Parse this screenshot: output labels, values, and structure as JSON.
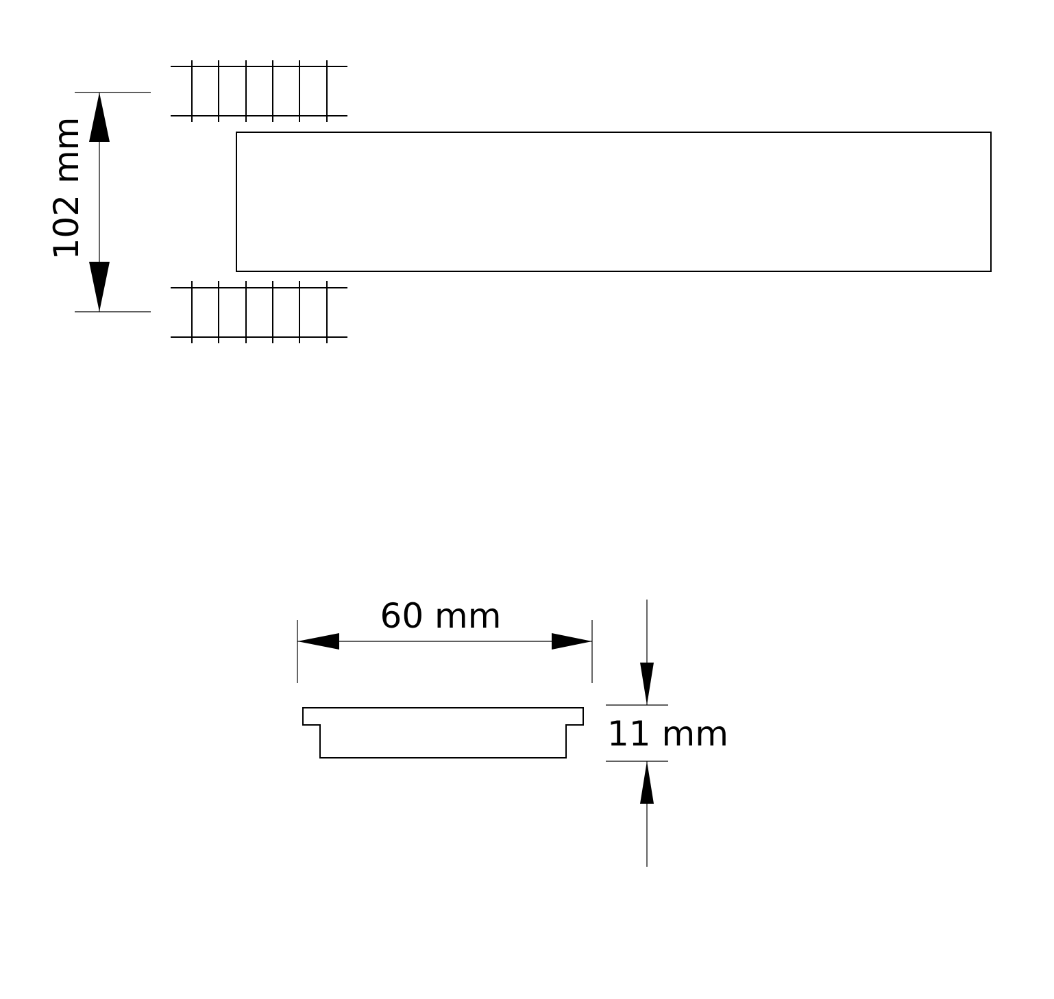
{
  "dimensions": {
    "width_label": "102 mm",
    "length_label": "60 mm",
    "thickness_label": "11 mm"
  },
  "colors": {
    "line": "#000000",
    "background": "#ffffff"
  }
}
